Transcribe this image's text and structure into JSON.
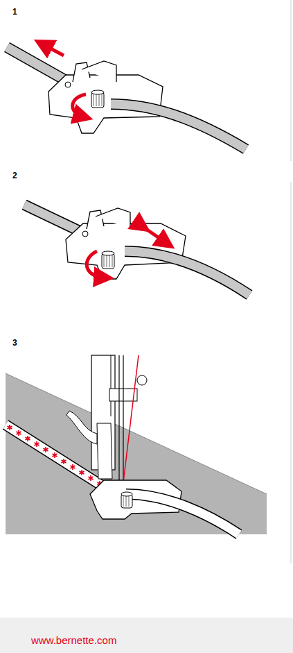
{
  "diagram": {
    "labels": [
      "1",
      "2",
      "3",
      "www.bernette.com"
    ]
  }
}
